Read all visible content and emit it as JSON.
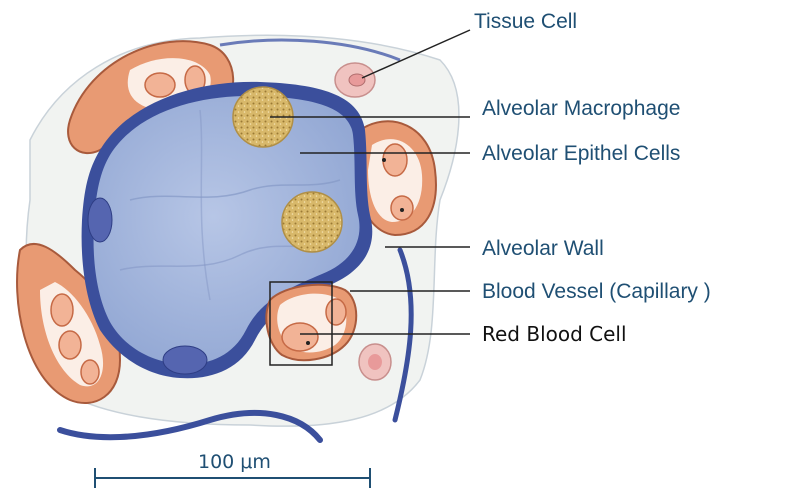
{
  "labels": {
    "tissue_cell": "Tissue Cell",
    "alveolar_macrophage": "Alveolar Macrophage",
    "alveolar_epithel_cells": "Alveolar Epithel Cells",
    "alveolar_wall": "Alveolar  Wall",
    "blood_vessel": "Blood Vessel (Capillary )",
    "red_blood_cell": "Red Blood Cell"
  },
  "scale_bar": {
    "label": "100 μm"
  },
  "colors": {
    "alveolar_fill": "#a6b8dc",
    "alveolar_wall": "#3b4f9c",
    "capillary": "#e89a73",
    "red_blood_cell": "#f2b396",
    "macrophage": "#d8b86a",
    "label_text": "#1f4f73"
  }
}
